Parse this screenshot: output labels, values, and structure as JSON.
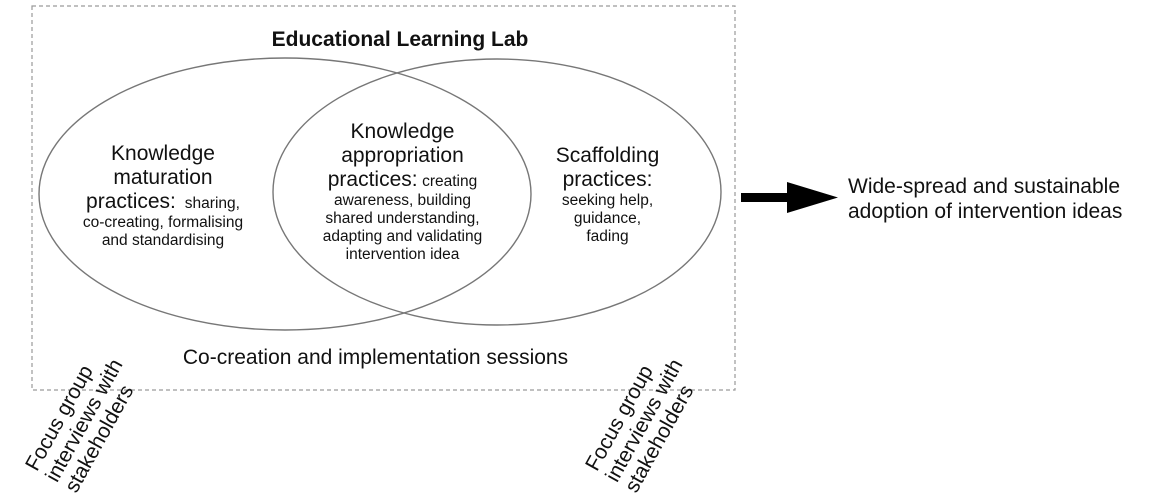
{
  "title": "Educational Learning Lab",
  "left_set": {
    "heading_lines": [
      "Knowledge",
      "maturation"
    ],
    "heading_tail": "practices:",
    "detail_inline": "sharing,",
    "detail_lines": [
      "co-creating, formalising",
      "and standardising"
    ]
  },
  "middle_set": {
    "heading_lines": [
      "Knowledge",
      "appropriation"
    ],
    "heading_tail": "practices:",
    "detail_inline": "creating",
    "detail_lines": [
      "awareness, building",
      "shared understanding,",
      "adapting and validating",
      "intervention idea"
    ]
  },
  "right_set": {
    "heading_lines": [
      "Scaffolding",
      "practices:"
    ],
    "detail_lines": [
      "seeking help,",
      "guidance,",
      "fading"
    ]
  },
  "sessions_label": "Co-creation and implementation sessions",
  "focus_group_left": [
    "Focus group",
    "interviews with",
    "stakeholders"
  ],
  "focus_group_right": [
    "Focus group",
    "interviews with",
    "stakeholders"
  ],
  "outcome_lines": [
    "Wide-spread and sustainable",
    "adoption of intervention ideas"
  ]
}
